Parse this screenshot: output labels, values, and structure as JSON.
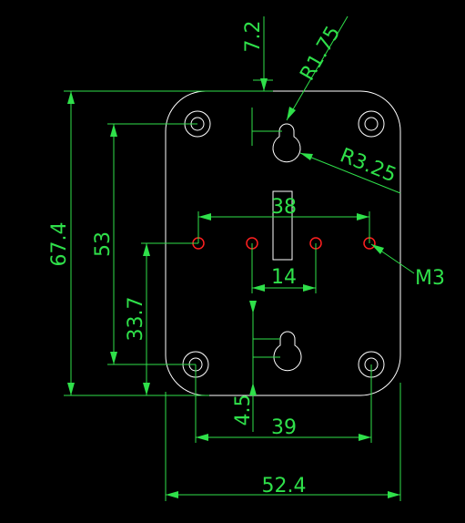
{
  "drawing": {
    "background": "#000000",
    "colors": {
      "outline": "#ffffff",
      "dimension": "#2fe04a",
      "holes_m3": "#ff2020"
    },
    "dimensions": {
      "overall_width": "52.4",
      "overall_height": "67.4",
      "bottom_hole_spacing": "39",
      "vertical_hole_spacing": "53",
      "m3_outer_spacing": "38",
      "m3_inner_spacing": "14",
      "m3_row_height": "33.7",
      "top_keyhole_offset": "7.2",
      "bottom_keyhole_offset": "4.5",
      "top_keyhole_radius": "R1.75",
      "corner_radius": "R3.25",
      "m3_label": "M3"
    }
  }
}
